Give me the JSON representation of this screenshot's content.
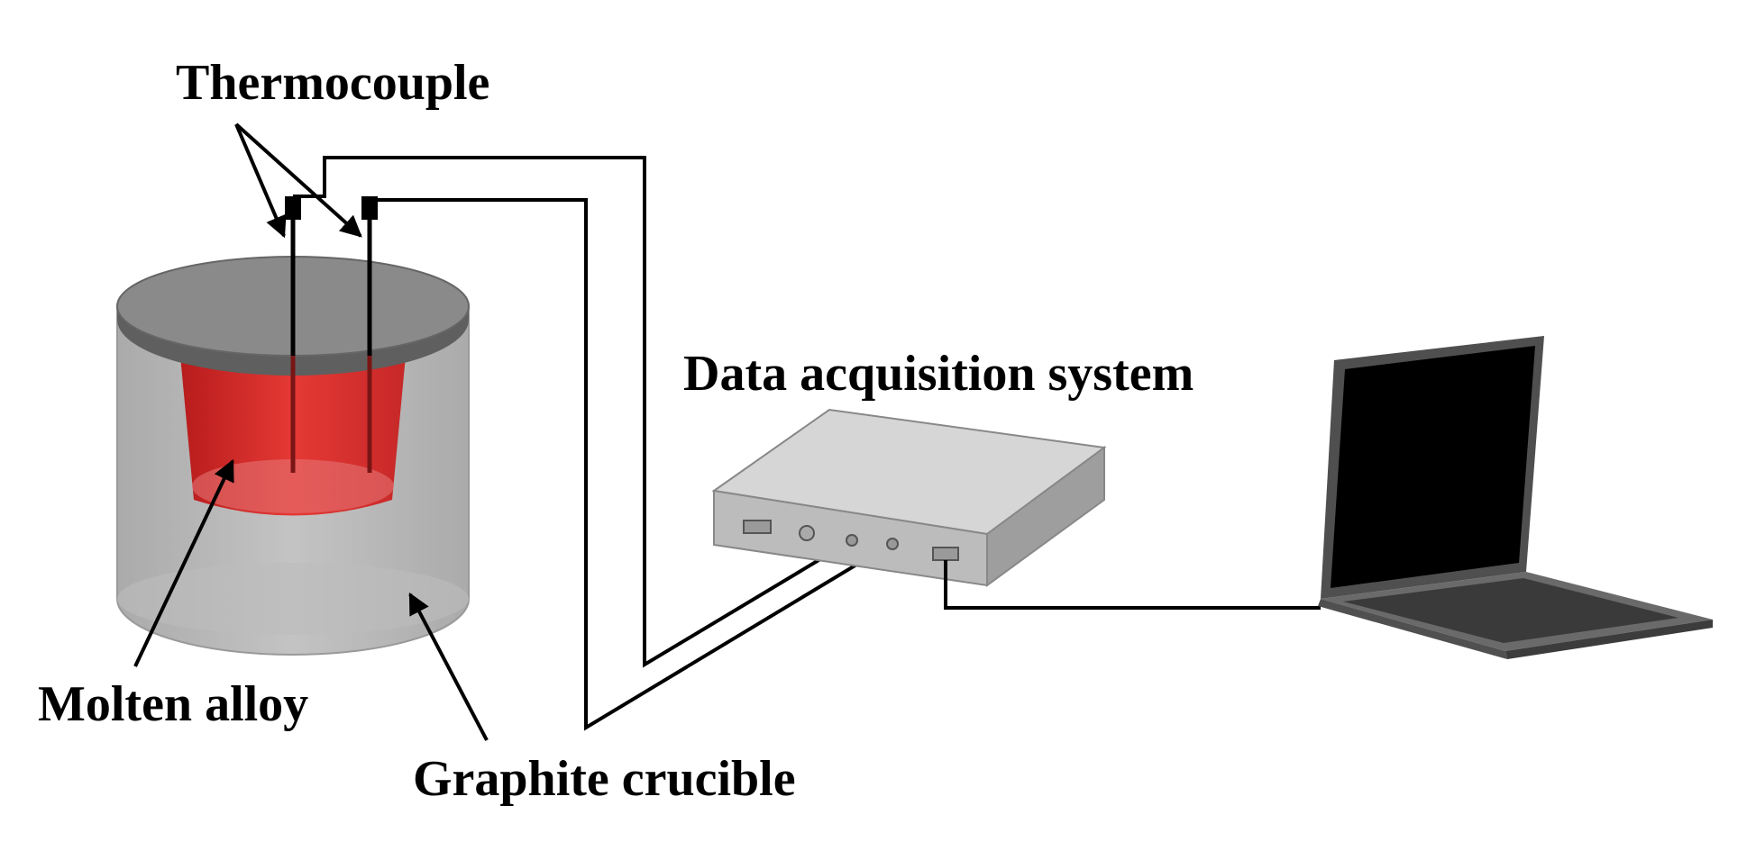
{
  "labels": {
    "thermocouple": "Thermocouple",
    "daq": "Data acquisition system",
    "molten_alloy": "Molten alloy",
    "graphite_crucible": "Graphite crucible"
  },
  "colors": {
    "line": "#000000",
    "molten": "#d42a2a",
    "crucible": "#9a9a9a",
    "lid": "#8a8a8a",
    "daq_box": "#cfcfcf",
    "laptop_body": "#5a5a5a",
    "screen": "#000000"
  }
}
